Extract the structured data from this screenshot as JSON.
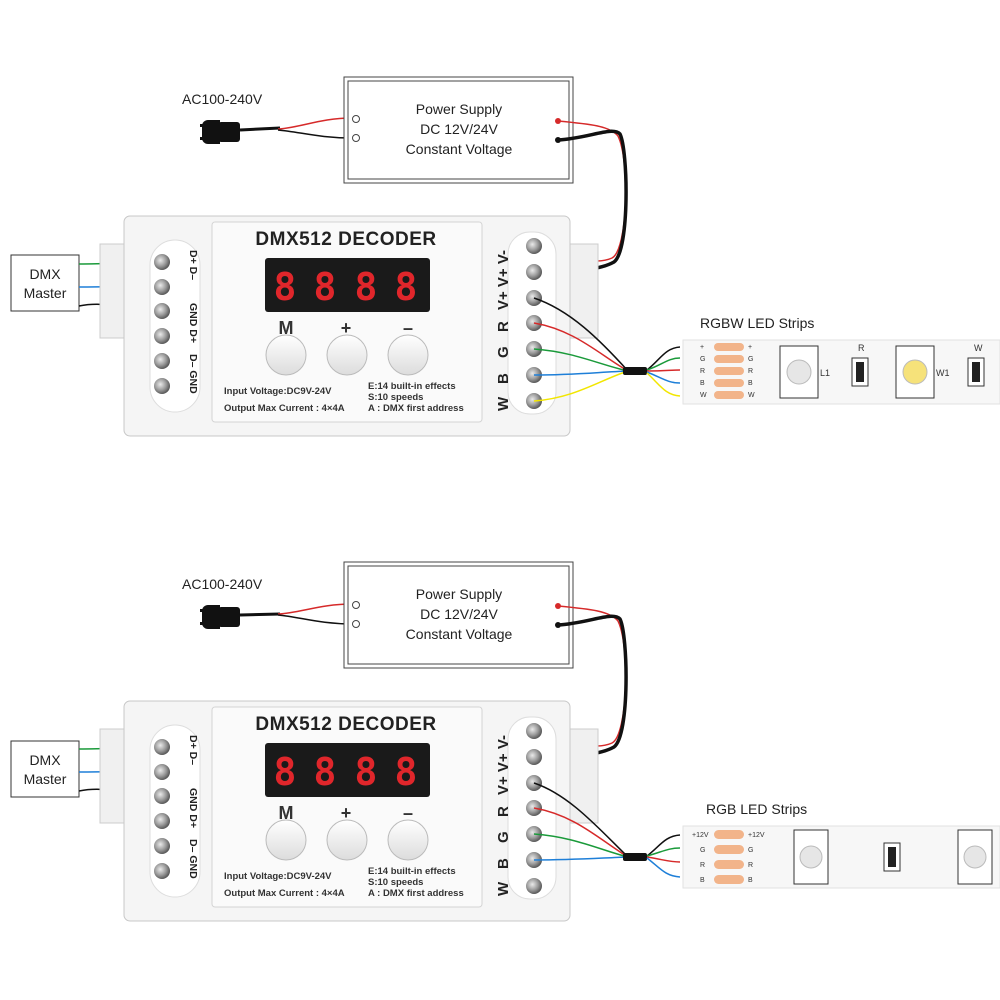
{
  "panels": [
    {
      "ac_label": "AC100-240V",
      "psu": {
        "line1": "Power Supply",
        "line2": "DC 12V/24V",
        "line3": "Constant Voltage"
      },
      "dmx": {
        "line1": "DMX",
        "line2": "Master"
      },
      "decoder": {
        "title": "DMX512 DECODER",
        "display": [
          "8",
          "8",
          "8",
          "8"
        ],
        "buttons": [
          "M",
          "+",
          "–"
        ],
        "spec_left_1": "Input Voltage:DC9V-24V",
        "spec_left_2": "Output Max  Current : 4×4A",
        "spec_right_1": "E:14 built-in effects",
        "spec_right_2": "S:10 speeds",
        "spec_right_3": "A : DMX first address",
        "left_pins": [
          "D+ D–",
          "GND D+",
          "D– GND"
        ],
        "right_pins": [
          "V+ V+ V-",
          "R",
          "G",
          "B",
          "W"
        ]
      },
      "strip": {
        "title": "RGBW LED Strips",
        "pads_left": [
          "+",
          "G",
          "R",
          "B",
          "W"
        ],
        "pads_right": [
          "+",
          "G",
          "R",
          "B",
          "W"
        ],
        "chip_labels": [
          "L1",
          "R",
          "W1",
          "W"
        ]
      }
    },
    {
      "ac_label": "AC100-240V",
      "psu": {
        "line1": "Power Supply",
        "line2": "DC 12V/24V",
        "line3": "Constant Voltage"
      },
      "dmx": {
        "line1": "DMX",
        "line2": "Master"
      },
      "decoder": {
        "title": "DMX512 DECODER",
        "display": [
          "8",
          "8",
          "8",
          "8"
        ],
        "buttons": [
          "M",
          "+",
          "–"
        ],
        "spec_left_1": "Input Voltage:DC9V-24V",
        "spec_left_2": "Output Max  Current : 4×4A",
        "spec_right_1": "E:14 built-in effects",
        "spec_right_2": "S:10 speeds",
        "spec_right_3": "A : DMX first address",
        "left_pins": [
          "D+ D–",
          "GND D+",
          "D– GND"
        ],
        "right_pins": [
          "V+ V+ V-",
          "R",
          "G",
          "B",
          "W"
        ]
      },
      "strip": {
        "title": "RGB LED Strips",
        "pads_left": [
          "+12V",
          "G",
          "R",
          "B"
        ],
        "pads_right": [
          "+12V",
          "G",
          "R",
          "B"
        ],
        "chip_labels": []
      }
    }
  ],
  "colors": {
    "wire_red": "#d62a2a",
    "wire_black": "#111111",
    "wire_green": "#1a9a3a",
    "wire_blue": "#1e7fd8",
    "wire_yellow": "#f2e600",
    "display_red": "#e0262b",
    "pad_orange": "#f2b48a"
  }
}
